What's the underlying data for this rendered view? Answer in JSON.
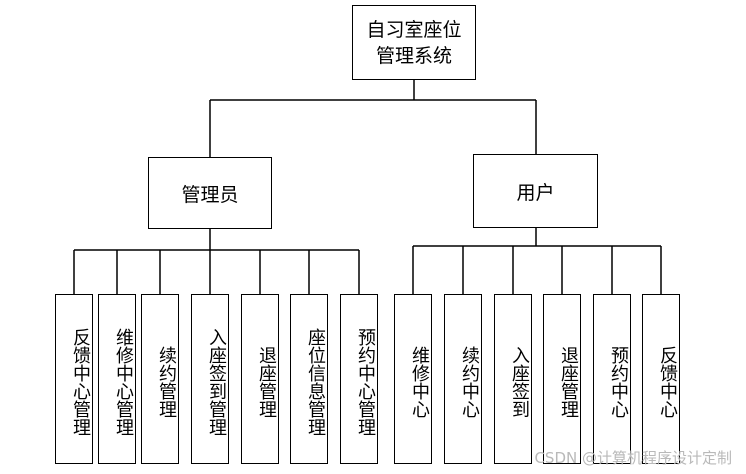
{
  "root": {
    "label": "自习室座位\n管理系统"
  },
  "admin": {
    "label": "管理员",
    "children": [
      "反馈中心管理",
      "维修中心管理",
      "续约管理",
      "入座签到管理",
      "退座管理",
      "座位信息管理",
      "预约中心管理"
    ]
  },
  "user": {
    "label": "用户",
    "children": [
      "维修中心",
      "续约中心",
      "入座签到",
      "退座管理",
      "预约中心",
      "反馈中心"
    ]
  },
  "watermark": "CSDN @计算机程序设计定制",
  "colors": {
    "line": "#000000",
    "box_border": "#000000",
    "watermark": "#b9b9b9"
  }
}
